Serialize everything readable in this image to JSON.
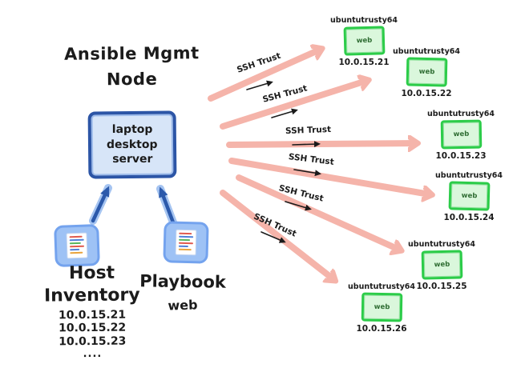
{
  "diagram": {
    "title_line1": "Ansible Mgmt",
    "title_line2": "Node",
    "mgmt_node": {
      "lines": [
        "laptop",
        "desktop",
        "server"
      ]
    },
    "host_inventory": {
      "icon": "document-icon",
      "label_line1": "Host",
      "label_line2": "Inventory",
      "ips": [
        "10.0.15.21",
        "10.0.15.22",
        "10.0.15.23"
      ],
      "more": "...."
    },
    "playbook": {
      "icon": "document-icon",
      "label": "Playbook",
      "sublabel": "web"
    },
    "ssh_trust_label": "SSH Trust",
    "hosts": [
      {
        "os": "ubuntutrusty64",
        "service": "web",
        "ip": "10.0.15.21"
      },
      {
        "os": "ubuntutrusty64",
        "service": "web",
        "ip": "10.0.15.22"
      },
      {
        "os": "ubuntutrusty64",
        "service": "web",
        "ip": "10.0.15.23"
      },
      {
        "os": "ubuntutrusty64",
        "service": "web",
        "ip": "10.0.15.24"
      },
      {
        "os": "ubuntutrusty64",
        "service": "web",
        "ip": "10.0.15.25"
      },
      {
        "os": "ubuntutrusty64",
        "service": "web",
        "ip": "10.0.15.26"
      }
    ],
    "colors": {
      "ssh_arrow_pink": "#f5b4aa",
      "input_arrow_blue": "#2b59ab",
      "mgmt_box_border": "#2c55a6",
      "mgmt_box_fill": "#d7e5f8",
      "host_box_border": "#2ccc49",
      "host_box_fill": "#daf7dc",
      "text": "#1b1b1b"
    }
  }
}
